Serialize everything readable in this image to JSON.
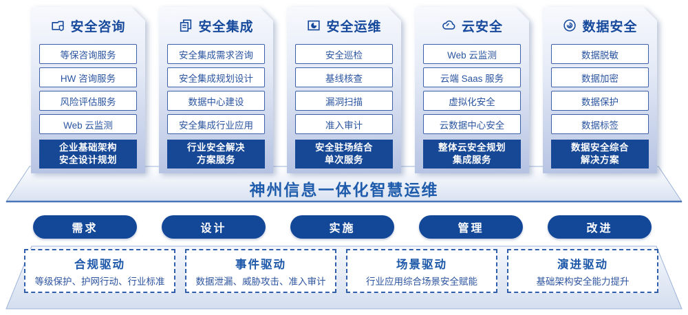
{
  "banner": {
    "title": "神州信息一体化智慧运维"
  },
  "columns": [
    {
      "icon": "folder-shield-icon",
      "title": "安全咨询",
      "items": [
        "等保咨询服务",
        "HW 咨询服务",
        "风险评估服务",
        "Web 云监测"
      ],
      "footer": "企业基础架构\n安全设计规划"
    },
    {
      "icon": "documents-icon",
      "title": "安全集成",
      "items": [
        "安全集成需求咨询",
        "安全集成规划设计",
        "数据中心建设",
        "安全集成行业应用"
      ],
      "footer": "行业安全解决\n方案服务"
    },
    {
      "icon": "folder-chart-icon",
      "title": "安全运维",
      "items": [
        "安全巡检",
        "基线核查",
        "漏洞扫描",
        "准入审计"
      ],
      "footer": "安全驻场结合\n单次服务"
    },
    {
      "icon": "cloud-icon",
      "title": "云安全",
      "items": [
        "Web 云监测",
        "云端 Saas 服务",
        "虚拟化安全",
        "云数据中心安全"
      ],
      "footer": "整体云安全规划\n集成服务"
    },
    {
      "icon": "fingerprint-icon",
      "title": "数据安全",
      "items": [
        "数据脱敏",
        "数据加密",
        "数据保护",
        "数据标签"
      ],
      "footer": "数据安全综合\n解决方案"
    }
  ],
  "process_pills": [
    {
      "label": "需求"
    },
    {
      "label": "设计"
    },
    {
      "label": "实施"
    },
    {
      "label": "管理"
    },
    {
      "label": "改进"
    }
  ],
  "drivers": [
    {
      "title": "合规驱动",
      "desc": "等级保护、护网行动、行业标准"
    },
    {
      "title": "事件驱动",
      "desc": "数据泄漏、威胁攻击、准入审计"
    },
    {
      "title": "场景驱动",
      "desc": "行业应用综合场景安全赋能"
    },
    {
      "title": "演进驱动",
      "desc": "基础架构安全能力提升"
    }
  ],
  "colors": {
    "primary_dark_blue": "#174896",
    "pill_blue": "#134798",
    "text_blue": "#1f5cac",
    "item_border_blue": "#3a5ea9",
    "card_gradient_bottom": "#b5c2e2"
  }
}
